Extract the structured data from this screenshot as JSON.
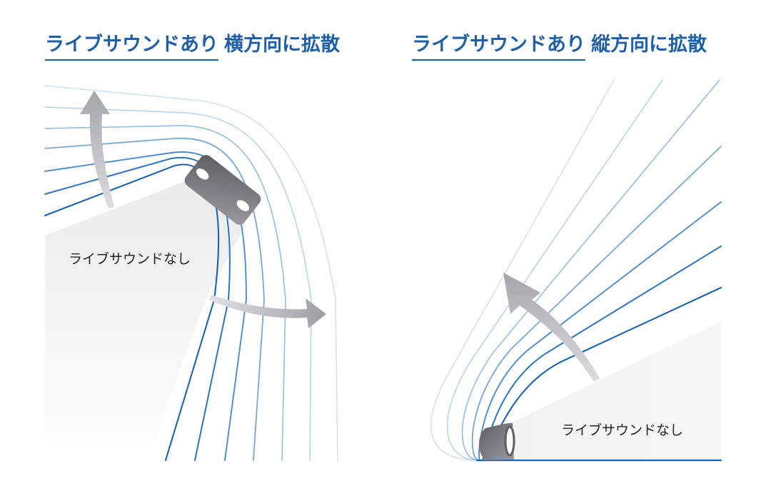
{
  "left_panel": {
    "title_highlight": "ライブサウンドあり",
    "title_rest": "横方向に拡散",
    "label_without": "ライブサウンドなし",
    "direction": "horizontal"
  },
  "right_panel": {
    "title_highlight": "ライブサウンドあり",
    "title_rest": "縦方向に拡散",
    "label_without": "ライブサウンドなし",
    "direction": "vertical"
  },
  "colors": {
    "title_blue": "#1f5fa8",
    "line_dark": "#1f6fc0",
    "line_light": "#c9d9ea",
    "arrow_gray": "#a9a9ae",
    "speaker_gray": "#6f6f74",
    "beam_gray": "#efefef"
  }
}
